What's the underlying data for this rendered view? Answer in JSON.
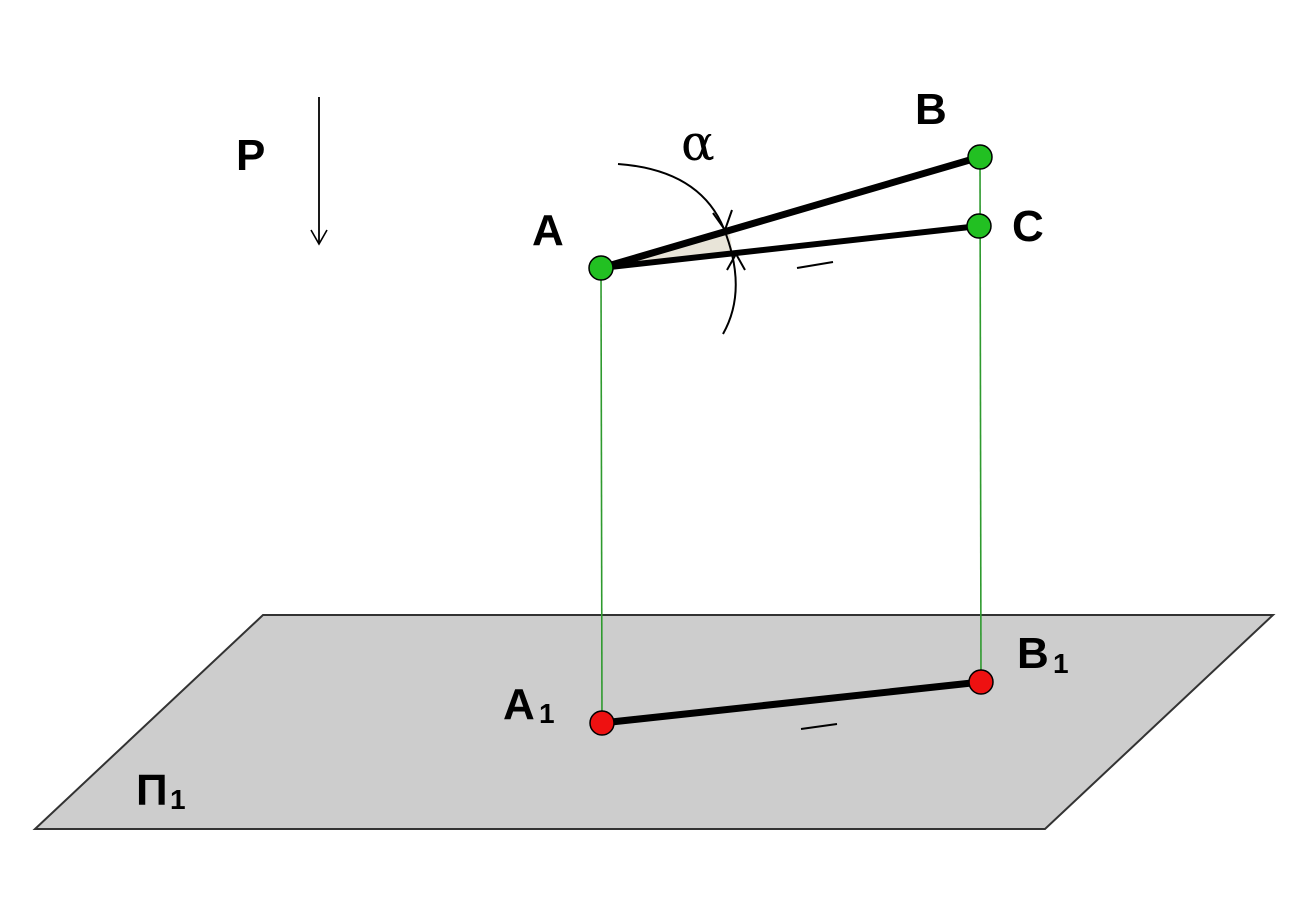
{
  "diagram": {
    "labels": {
      "direction": "P",
      "point_a": "A",
      "point_b": "B",
      "point_c": "C",
      "angle": "α",
      "proj_a": "A",
      "proj_a_sub": "1",
      "proj_b": "B",
      "proj_b_sub": "1",
      "plane": "П",
      "plane_sub": "1"
    },
    "colors": {
      "plane_fill": "#cdcdcd",
      "plane_stroke": "#333333",
      "point_upper": "#22c022",
      "point_projection": "#ee1111",
      "projector_line": "#2e9a2e",
      "segment": "#000000",
      "angle_wedge": "#e8e4d8"
    }
  }
}
